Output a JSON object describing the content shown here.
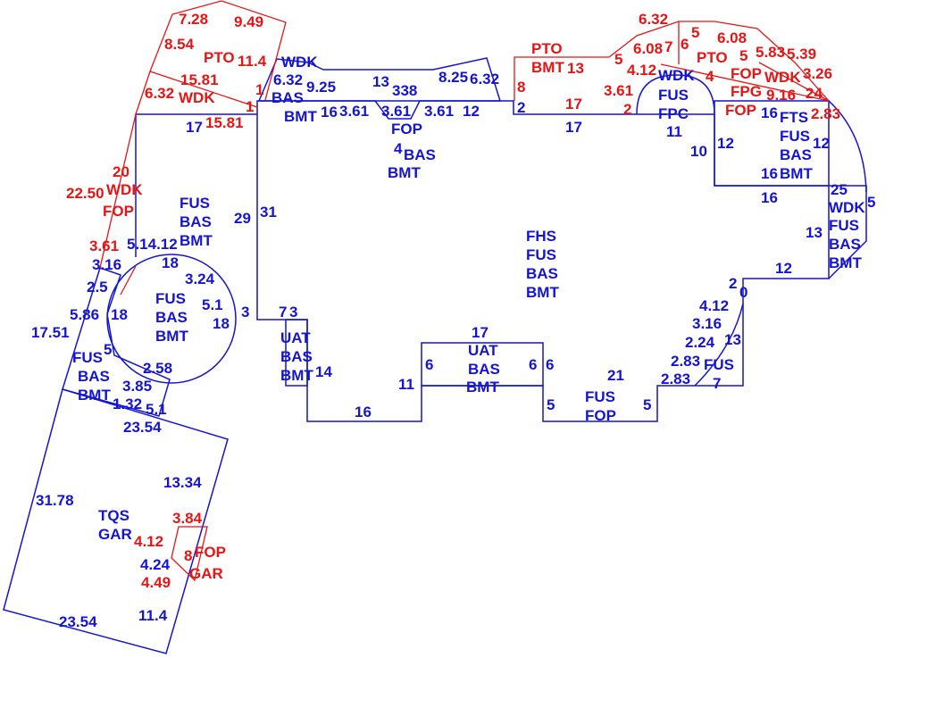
{
  "colors": {
    "primary_lines": "#1414d4",
    "secondary_lines": "#e81414",
    "background": "#ffffff"
  },
  "labels": {
    "blue": [
      "17",
      "WDK",
      "6.32",
      "9.25",
      "BAS",
      "BMT",
      "16",
      "3.61",
      "3.61",
      "3.61",
      "12",
      "13",
      "338",
      "FOP",
      "4",
      "BAS",
      "BMT",
      "8.25",
      "6.32",
      "2",
      "17",
      "WDK",
      "FUS",
      "FPC",
      "11",
      "10",
      "12",
      "16",
      "FTS",
      "FUS",
      "BAS",
      "BMT",
      "12",
      "16",
      "16",
      "25",
      "WDK",
      "5",
      "FUS",
      "BAS",
      "BMT",
      "13",
      "12",
      "FHS",
      "FUS",
      "BAS",
      "BMT",
      "FUS",
      "BAS",
      "BMT",
      "29",
      "31",
      "5.14.12",
      "18",
      "3.24",
      "2.5",
      "3.16",
      "5.86",
      "18",
      "FUS",
      "BAS",
      "BMT",
      "5.1",
      "18",
      "3",
      "17.51",
      "5",
      "FUS",
      "BAS",
      "BMT",
      "2.58",
      "3.85",
      "1.32",
      "5.1",
      "23.54",
      "7",
      "3",
      "UAT",
      "BAS",
      "BMT",
      "14",
      "11",
      "16",
      "6",
      "17",
      "UAT",
      "BAS",
      "BMT",
      "6",
      "6",
      "21",
      "5",
      "5",
      "FUS",
      "FOP",
      "2.83",
      "2.83",
      "FUS",
      "7",
      "2.24",
      "3.16",
      "13",
      "4.12",
      "2",
      "0",
      "13.34",
      "31.78",
      "TQS",
      "GAR",
      "4.24",
      "23.54",
      "11.4"
    ],
    "red": [
      "7.28",
      "9.49",
      "8.54",
      "PTO",
      "11.4",
      "15.81",
      "6.32",
      "WDK",
      "15.81",
      "1",
      "1",
      "22.50",
      "WDK",
      "20",
      "FOP",
      "3.61",
      "PTO",
      "BMT",
      "13",
      "5",
      "8",
      "3.61",
      "2",
      "17",
      "6.32",
      "5",
      "6.08",
      "7",
      "6",
      "PTO",
      "5",
      "5.83",
      "4.12",
      "6.08",
      "4",
      "FOP",
      "WDK",
      "5.39",
      "3.26",
      "24",
      "FPG",
      "9.16",
      "FOP",
      "2.83",
      "3.84",
      "4.12",
      "4.49",
      "8",
      "FOP",
      "GAR"
    ]
  }
}
